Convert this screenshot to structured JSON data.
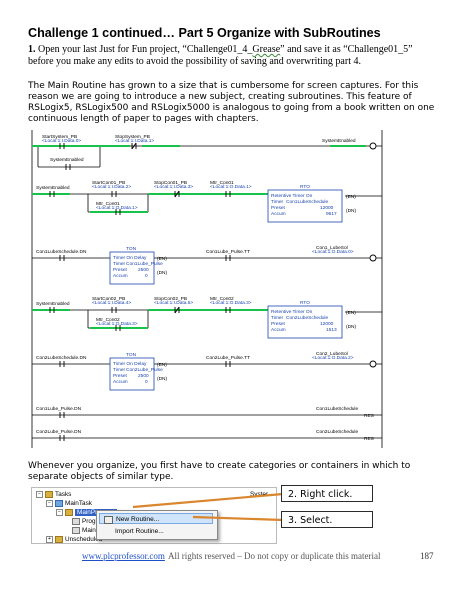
{
  "title": "Challenge 1 continued… Part 5   Organize with SubRoutines",
  "para1": {
    "num": "1.",
    "a": " Open your last Just for Fun project, “Challenge01_4_",
    "grease": "Grease",
    "b": "” and save it as “Challenge01_5” before you make any edits to avoid the possibility of saving and overwriting part 4."
  },
  "para2": "The Main Routine has grown to a size that is cumbersome for screen captures. For this reason we are going to introduce a new subject, creating subroutines. This feature of RSLogix5, RSLogix500 and RSLogix5000 is analogous to going from a book written on one continuous length of paper to pages with chapters.",
  "ladder": {
    "r1": {
      "a_tag": "StartSystem_PB",
      "a_addr": "<Local:1:I.Data.0>",
      "b_tag": "StopSystem_PB",
      "b_addr": "<Local:1:I.Data.1>",
      "seal_tag": "SystemEnabled",
      "out_tag": "SystemEnabled"
    },
    "r2": {
      "en_tag": "SystemEnabled",
      "start_tag": "StartCon01_PB",
      "start_addr": "<Local:1:I.Data.2>",
      "stop_tag": "StopCon01_PB",
      "stop_addr": "<Local:1:I.Data.3>",
      "mtr_tag": "Mtr_Con01",
      "mtr_addr": "<Local:1:O.Data.1>",
      "seal_tag": "Mtr_Con01",
      "seal_addr": "<Local:1:O.Data.1>",
      "box_title": "RTO",
      "box_line1": "Retentive Timer On",
      "timer_lbl": "Timer",
      "timer_val": "Con1LubeSchedule",
      "preset_lbl": "Preset",
      "preset_val": "12000",
      "accum_lbl": "Accum",
      "accum_val": "9617",
      "en": "(EN)",
      "dn": "(DN)"
    },
    "r3": {
      "in_tag": "Con1LubeSchedule.DN",
      "box_title": "TON",
      "box_line1": "Timer On Delay",
      "timer_lbl": "Timer",
      "timer_val": "Con1Lube_Pulse",
      "preset_lbl": "Preset",
      "preset_val": "2500",
      "accum_lbl": "Accum",
      "accum_val": "0",
      "en": "(EN)",
      "dn": "(DN)",
      "pulse_tag": "Con1Lube_Pulse.TT",
      "out_tag": "Con1_LubeSol",
      "out_addr": "<Local:1:O.Data.0>"
    },
    "r4": {
      "en_tag": "SystemEnabled",
      "start_tag": "StartCon02_PB",
      "start_addr": "<Local:1:I.Data.4>",
      "stop_tag": "StopCon02_PB",
      "stop_addr": "<Local:1:I.Data.5>",
      "mtr_tag": "Mtr_Con02",
      "mtr_addr": "<Local:1:O.Data.3>",
      "seal_tag": "Mtr_Con02",
      "seal_addr": "<Local:1:O.Data.3>",
      "box_title": "RTO",
      "box_line1": "Retentive Timer On",
      "timer_lbl": "Timer",
      "timer_val": "Con2LubeSchedule",
      "preset_lbl": "Preset",
      "preset_val": "12000",
      "accum_lbl": "Accum",
      "accum_val": "1513",
      "en": "(EN)",
      "dn": "(DN)"
    },
    "r5": {
      "in_tag": "Con2LubeSchedule.DN",
      "box_title": "TON",
      "box_line1": "Timer On Delay",
      "timer_lbl": "Timer",
      "timer_val": "Con2Lube_Pulse",
      "preset_lbl": "Preset",
      "preset_val": "2500",
      "accum_lbl": "Accum",
      "accum_val": "0",
      "en": "(EN)",
      "dn": "(DN)",
      "pulse_tag": "Con2Lube_Pulse.TT",
      "out_tag": "Con2_LubeSol",
      "out_addr": "<Local:1:O.Data.2>"
    },
    "r6": {
      "in_tag": "Con1Lube_Pulse.DN",
      "out_tag": "Con1LubeSchedule",
      "res": "RES"
    },
    "r7": {
      "in_tag": "Con2Lube_Pulse.DN",
      "out_tag": "Con2LubeSchedule",
      "res": "RES"
    }
  },
  "para3": "Whenever you organize, you first have to create categories or containers in which to separate objects of similar type.",
  "tree": {
    "tasks": "Tasks",
    "maintask": "MainTask",
    "mainprog": "MainProgram",
    "prog": "Prog",
    "main": "Main",
    "unsched": "Unscheduled",
    "syster": "Syster"
  },
  "menu": {
    "item1": "New Routine...",
    "item2": "Import Routine..."
  },
  "callouts": {
    "c1": "2. Right click.",
    "c2": "3. Select."
  },
  "footer": {
    "link": "www.plcprofessor.com",
    "rights": "All rights reserved – Do not copy or duplicate this material",
    "page": "187"
  }
}
